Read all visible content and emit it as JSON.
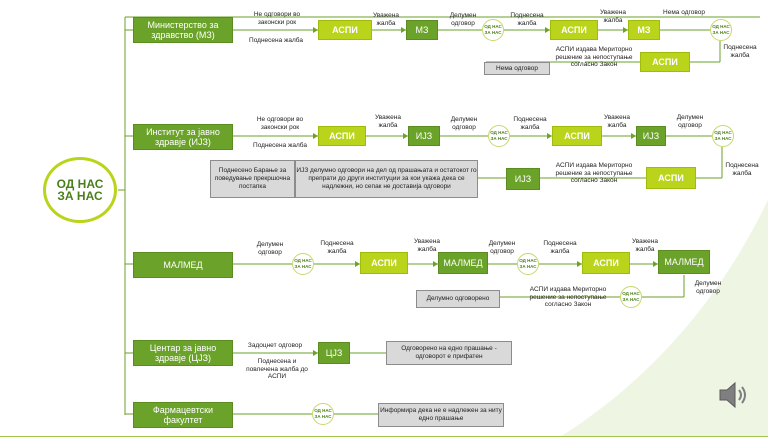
{
  "root_logo": {
    "line1": "ОД НАС",
    "line2": "ЗА НАС"
  },
  "small_logo": {
    "line1": "ОД НАС",
    "line2": "ЗА НАС"
  },
  "branches": {
    "mz": {
      "title": "Министерство за здравство (МЗ)",
      "label_a": "Не одговори во законски рок",
      "label_b": "Поднесена жалба",
      "aspi1": "АСПИ",
      "label_c": "Уважена жалба",
      "mz1": "МЗ",
      "label_d": "Делумен одговор",
      "label_e": "Поднесена жалба",
      "aspi2": "АСПИ",
      "label_f": "Уважена жалба",
      "mz2": "МЗ",
      "label_g": "Нема одговор",
      "label_h": "АСПИ издава Мериторно решение за непоступање согласно Закон",
      "no_answer": "Нема одговор",
      "aspi3": "АСПИ",
      "label_i": "Поднесена жалба"
    },
    "ijz": {
      "title": "Институт за јавно здравје (ИЈЗ)",
      "label_a": "Не одговори во законски рок",
      "label_b": "Поднесена жалба",
      "aspi1": "АСПИ",
      "label_c": "Уважена жалба",
      "ijz1": "ИЈЗ",
      "label_d": "Делумен одговор",
      "label_e": "Поднесена жалба",
      "aspi2": "АСПИ",
      "label_f": "Уважена жалба",
      "ijz2": "ИЈЗ",
      "label_g": "Делумен одговор",
      "note_left": "Поднесено Барање за поведување прекршочна постапка",
      "note_right": "ИЈЗ делумно одговори на дел од прашањата и остатокот го препрати до други институции за кои укажа дека се надлежни, но сепак не доставија одговори",
      "ijz3": "ИЈЗ",
      "label_h": "АСПИ издава Мериторно решение за непоступање согласно Закон",
      "aspi3": "АСПИ",
      "label_i": "Поднесена жалба"
    },
    "malmed": {
      "title": "МАЛМЕД",
      "label_a": "Делумен одговор",
      "label_b": "Поднесена жалба",
      "aspi1": "АСПИ",
      "label_c": "Уважена жалба",
      "mal1": "МАЛМЕД",
      "label_d": "Делумен одговор",
      "label_e": "Поднесена жалба",
      "aspi2": "АСПИ",
      "label_f": "Уважена жалба",
      "mal2": "МАЛМЕД",
      "partial": "Делумно одговорено",
      "label_g": "АСПИ издава Мериторно решение за непоступање согласно Закон",
      "label_h": "Делумен одговор"
    },
    "cjz": {
      "title": "Центар за јавно здравје (ЦЈЗ)",
      "label_a": "Задоцнет одговор",
      "label_b": "Поднесена и повлечена жалба до АСПИ",
      "cjz": "ЦЈЗ",
      "result": "Одговорено на едно прашање - одговорот е прифатен"
    },
    "farm": {
      "title": "Фармацевтски факултет",
      "result": "Информира дека не е надлежен за ниту едно прашање"
    }
  },
  "colors": {
    "dark_green": "#6ba229",
    "lime": "#b9d41a",
    "gray": "#d9d9d9"
  },
  "icons": {
    "speaker": "speaker-icon"
  }
}
